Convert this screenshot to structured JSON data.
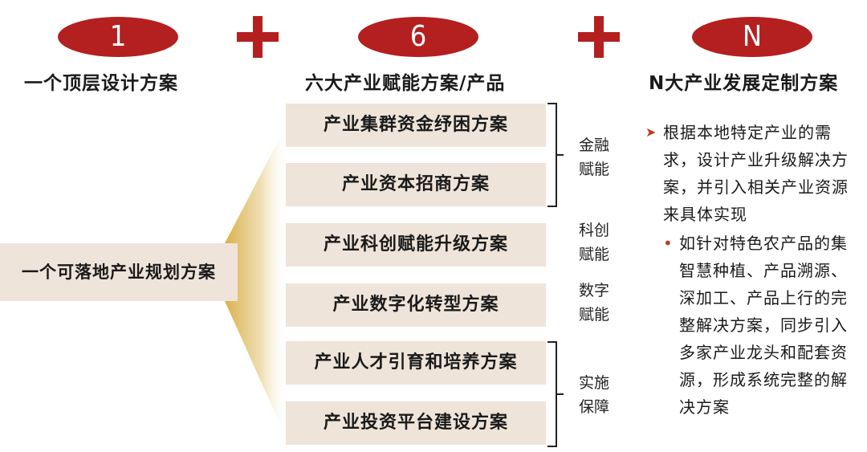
{
  "top": {
    "pill_1": "1",
    "pill_2": "6",
    "pill_3": "N"
  },
  "headings": {
    "left": "一个顶层设计方案",
    "middle": "六大产业赋能方案/产品",
    "right": "N大产业发展定制方案"
  },
  "left_box": "一个可落地产业规划方案",
  "items": [
    "产业集群资金纾困方案",
    "产业资本招商方案",
    "产业科创赋能升级方案",
    "产业数字化转型方案",
    "产业人才引育和培养方案",
    "产业投资平台建设方案"
  ],
  "side_labels": {
    "finance_1": "金融",
    "finance_2": "赋能",
    "tech_1": "科创",
    "tech_2": "赋能",
    "digital_1": "数字",
    "digital_2": "赋能",
    "impl_1": "实施",
    "impl_2": "保障"
  },
  "right": {
    "lead": "根据本地特定产业的需求，设计产业升级解决方案，并引入相关产业资源来具体实现",
    "sub": "如针对特色农产品的集智慧种植、产品溯源、深加工、产品上行的完整解决方案，同步引入多家产业龙头和配套资源，形成系统完整的解决方案"
  },
  "colors": {
    "accent": "#b3201f",
    "box_fill": "#efe4d9",
    "fan_gold": "#d9b04a"
  }
}
